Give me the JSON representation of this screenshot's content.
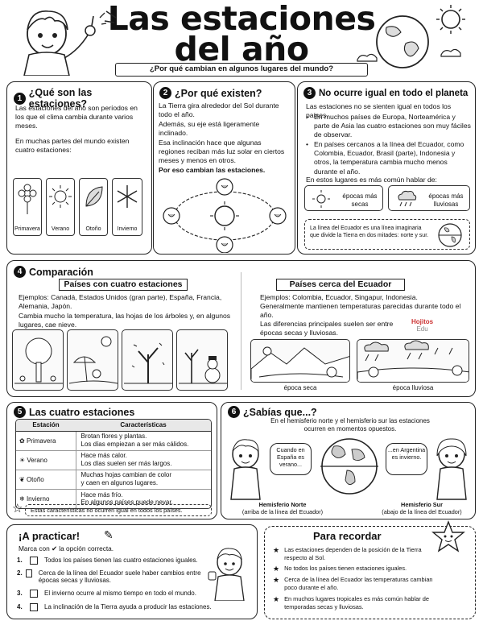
{
  "header": {
    "title_line1": "Las estaciones",
    "title_line2": "del año",
    "subtitle": "¿Por qué cambian en algunos lugares del mundo?"
  },
  "s1": {
    "num": "1",
    "title": "¿Qué son las estaciones?",
    "p1": "Las estaciones del año son períodos en los que el clima cambia durante varios meses.",
    "p2": "En muchas partes del mundo existen cuatro estaciones:",
    "seasons": [
      "Primavera",
      "Verano",
      "Otoño",
      "Invierno"
    ]
  },
  "s2": {
    "num": "2",
    "title": "¿Por qué existen?",
    "p1": "La Tierra gira alrededor del Sol durante todo el año.",
    "p2": "Además, su eje está ligeramente inclinado.",
    "p3": "Esa inclinación hace que algunas regiones reciban más luz solar en ciertos meses y menos en otros.",
    "p4": "Por eso cambian las estaciones."
  },
  "s3": {
    "num": "3",
    "title": "No ocurre igual en todo el planeta",
    "intro": "Las estaciones no se sienten igual en todos los países.",
    "b1": "En muchos países de Europa, Norteamérica y parte de Asia las cuatro estaciones son muy fáciles de observar.",
    "b2": "En países cercanos a la línea del Ecuador, como Colombia, Ecuador, Brasil (parte), Indonesia y otros, la temperatura cambia mucho menos durante el año.",
    "common": "En estos lugares es más común hablar de:",
    "dry": "épocas más secas",
    "rainy": "épocas más lluviosas",
    "note": "La línea del Ecuador es una línea imaginaria que divide la Tierra en dos mitades: norte y sur."
  },
  "s4": {
    "num": "4",
    "title": "Comparación",
    "left_tag": "Países con cuatro estaciones",
    "left_p1": "Ejemplos: Canadá, Estados Unidos (gran parte), España, Francia, Alemania, Japón.",
    "left_p2": "Cambia mucho la temperatura, las hojas de los árboles y, en algunos lugares, cae nieve.",
    "right_tag": "Países cerca del Ecuador",
    "right_p1": "Ejemplos: Colombia, Ecuador, Singapur, Indonesia.",
    "right_p2": "Generalmente mantienen temperaturas parecidas durante todo el año.",
    "right_p3": "Las diferencias principales suelen ser entre épocas secas y lluviosas.",
    "dry_caption": "época seca",
    "rainy_caption": "época lluviosa",
    "watermark_1": "Hojitos",
    "watermark_2": "Edu"
  },
  "s5": {
    "num": "5",
    "title": "Las cuatro estaciones",
    "col1": "Estación",
    "col2": "Características",
    "rows": [
      {
        "name": "Primavera",
        "l1": "Brotan flores y plantas.",
        "l2": "Los días empiezan a ser más cálidos."
      },
      {
        "name": "Verano",
        "l1": "Hace más calor.",
        "l2": "Los días suelen ser más largos."
      },
      {
        "name": "Otoño",
        "l1": "Muchas hojas cambian de color",
        "l2": "y caen en algunos lugares."
      },
      {
        "name": "Invierno",
        "l1": "Hace más frío.",
        "l2": "En algunos países puede nevar."
      }
    ],
    "note": "Estas características no ocurren igual en todos los países."
  },
  "s6": {
    "num": "6",
    "title": "¿Sabías que...?",
    "p1": "En el hemisferio norte y el hemisferio sur las estaciones ocurren en momentos opuestos.",
    "bubble_left": "Cuando en España es verano...",
    "bubble_right": "...en Argentina es invierno.",
    "north": "Hemisferio Norte",
    "north_sub": "(arriba de la línea del Ecuador)",
    "south": "Hemisferio Sur",
    "south_sub": "(abajo de la línea del Ecuador)"
  },
  "practice": {
    "title": "¡A practicar!",
    "instruction": "Marca con ✔ la opción correcta.",
    "items": [
      {
        "n": "1.",
        "text": "Todos los países tienen las cuatro estaciones iguales."
      },
      {
        "n": "2.",
        "text": "Cerca de la línea del Ecuador suele haber cambios entre épocas secas y lluviosas."
      },
      {
        "n": "3.",
        "text": "El invierno ocurre al mismo tiempo en todo el mundo."
      },
      {
        "n": "4.",
        "text": "La inclinación de la Tierra ayuda a producir las estaciones."
      }
    ]
  },
  "remember": {
    "title": "Para recordar",
    "items": [
      "Las estaciones dependen de la posición de la Tierra respecto al Sol.",
      "No todos los países tienen estaciones iguales.",
      "Cerca de la línea del Ecuador las temperaturas cambian poco durante el año.",
      "En muchos lugares tropicales es más común hablar de temporadas secas y lluviosas."
    ]
  }
}
